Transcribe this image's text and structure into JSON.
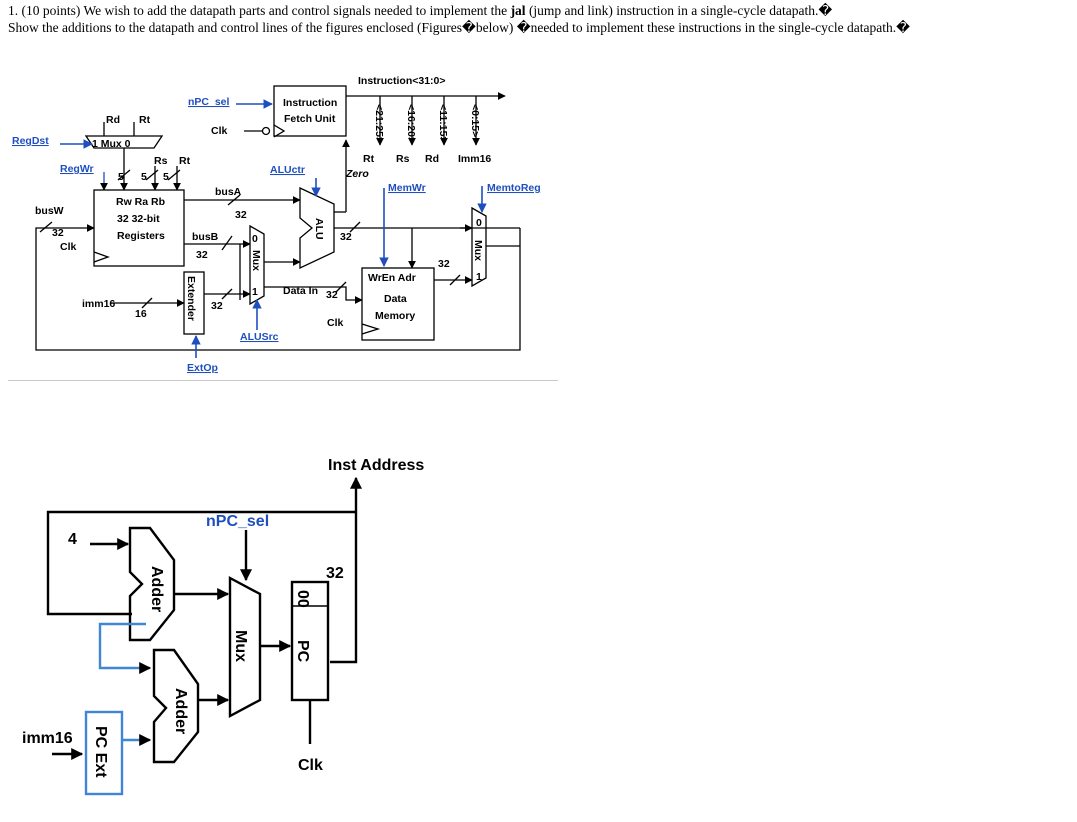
{
  "question": {
    "line1_prefix": "1. (10 points) We wish to add the datapath parts and control signals needed to implement the ",
    "line1_bold": "jal",
    "line1_suffix": " (jump and link) instruction in a single-cycle datapath.�",
    "line2": "Show the additions to the datapath and control lines of the figures enclosed (Figures�below) �needed to implement these instructions in the single-cycle datapath.�"
  },
  "datapath": {
    "npc_sel": "nPC_sel",
    "ifu_line1": "Instruction",
    "ifu_line2": "Fetch Unit",
    "clk": "Clk",
    "instruction_bus": "Instruction<31:0>",
    "fields": [
      "<21:25>",
      "<16:20>",
      "<11:15>",
      "<0:15>"
    ],
    "field_names": [
      "Rt",
      "Rs",
      "Rd",
      "Imm16"
    ],
    "rd": "Rd",
    "rt": "Rt",
    "rs": "Rs",
    "regdst": "RegDst",
    "mux_top": "1  Mux  0",
    "regwr": "RegWr",
    "five": "5",
    "busw": "busW",
    "thirty_two": "32",
    "rw_ra_rb": "Rw  Ra  Rb",
    "regfile_line1": "32 32-bit",
    "regfile_line2": "Registers",
    "busa": "busA",
    "busb": "busB",
    "aluctr": "ALUctr",
    "zero": "Zero",
    "alu": "ALU",
    "mux": "Mux",
    "zero_in": "0",
    "one_in": "1",
    "memwr": "MemWr",
    "memtoreg": "MemtoReg",
    "wren_adr": "WrEn  Adr",
    "data_in": "Data In",
    "data_mem_line1": "Data",
    "data_mem_line2": "Memory",
    "imm16": "imm16",
    "sixteen": "16",
    "extender": "Extender",
    "alusrc": "ALUSrc",
    "extop": "ExtOp"
  },
  "ifu": {
    "inst_address": "Inst Address",
    "npc_sel": "nPC_sel",
    "four": "4",
    "adder": "Adder",
    "mux": "Mux",
    "thirty_two": "32",
    "pc_bits": "00",
    "pc": "PC",
    "clk": "Clk",
    "imm16": "imm16",
    "pc_ext": "PC Ext"
  },
  "colors": {
    "control_blue": "#1f4fbf",
    "line_black": "#000000"
  }
}
